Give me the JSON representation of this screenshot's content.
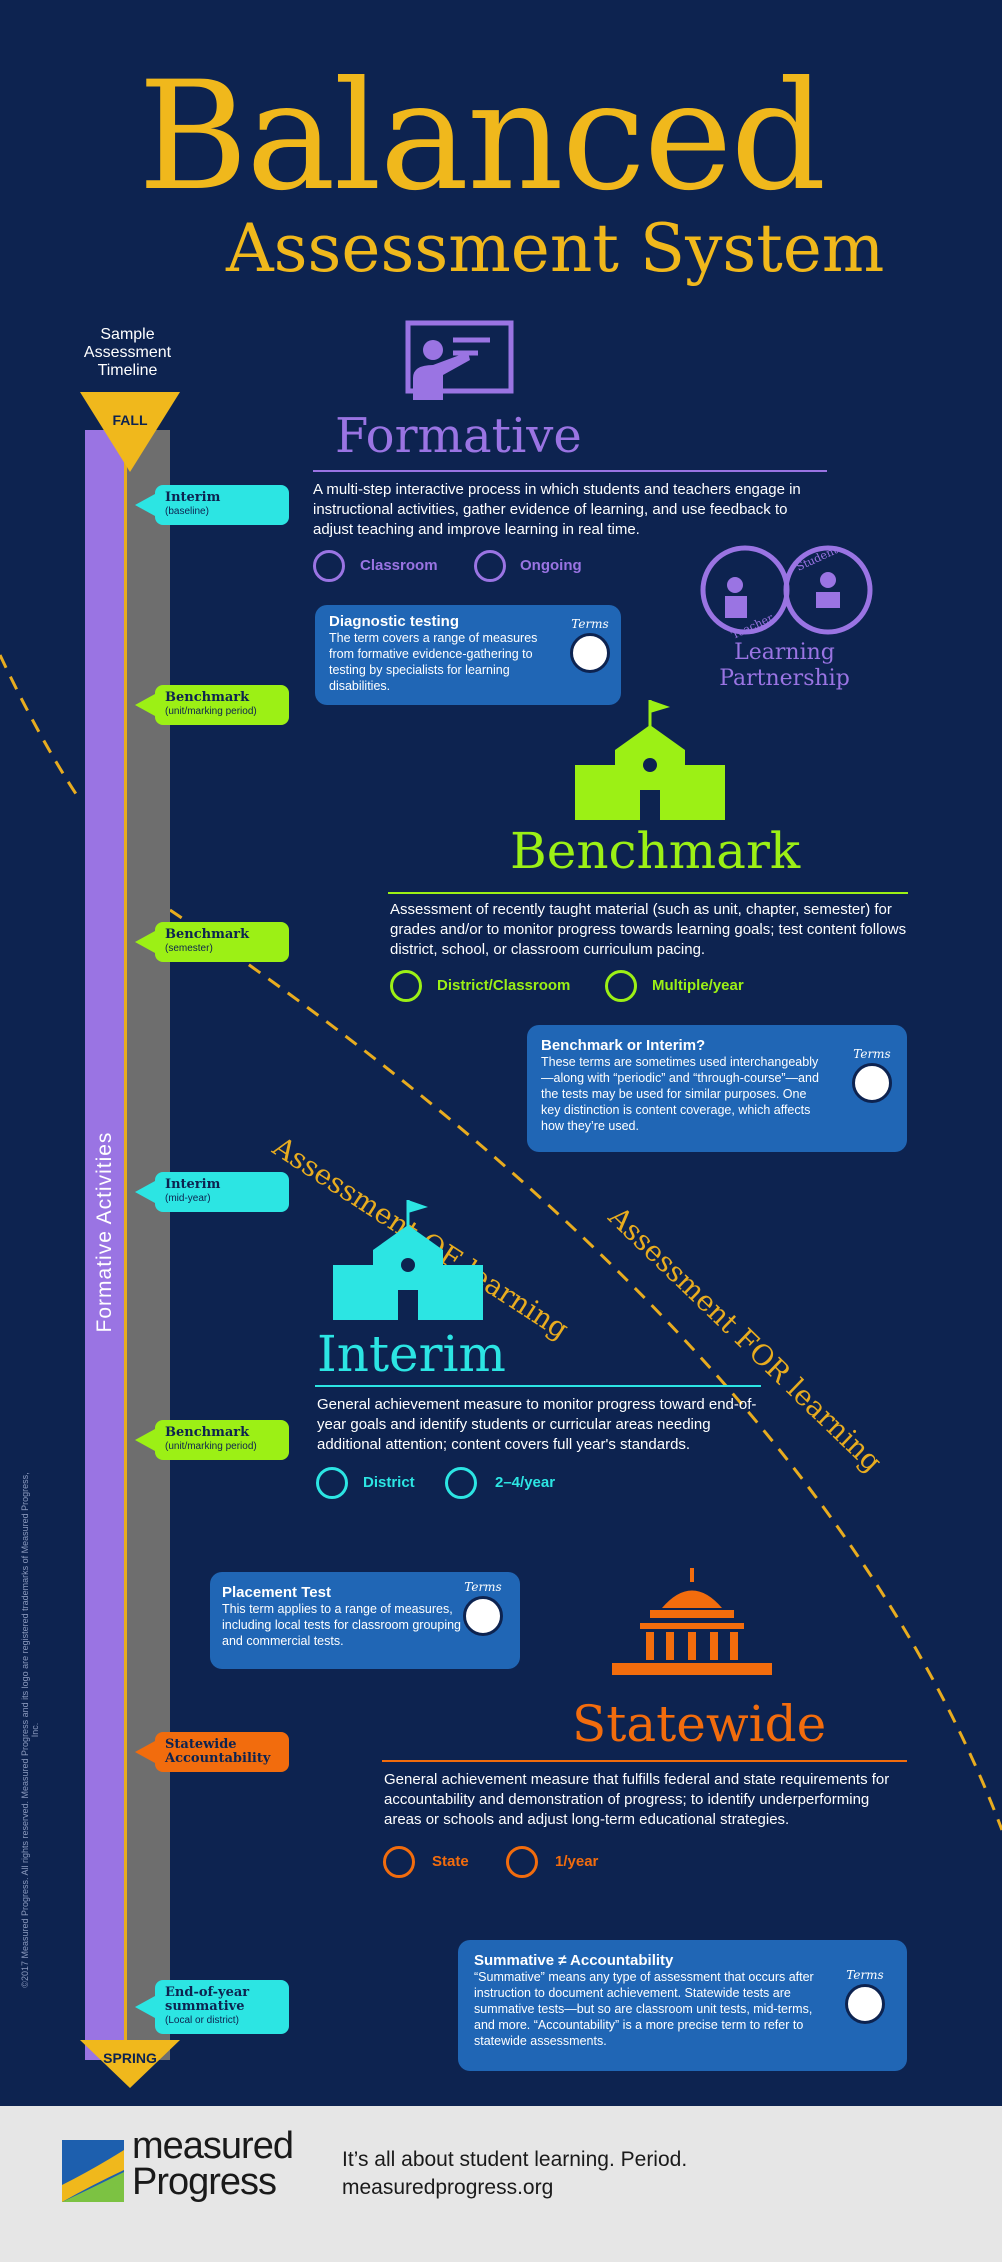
{
  "header": {
    "title_line1": "Balanced",
    "title_line2": "Assessment System"
  },
  "timeline": {
    "title": "Sample Assessment Timeline",
    "start": "FALL",
    "end": "SPRING",
    "vertical_label": "Formative Activities",
    "copyright": "©2017 Measured Progress. All rights reserved. Measured Progress and its logo are registered trademarks of Measured Progress, Inc.",
    "markers": [
      {
        "label": "Interim",
        "sub": "(baseline)",
        "color": "cyan"
      },
      {
        "label": "Benchmark",
        "sub": "(unit/marking period)",
        "color": "green"
      },
      {
        "label": "Benchmark",
        "sub": "(semester)",
        "color": "green"
      },
      {
        "label": "Interim",
        "sub": "(mid-year)",
        "color": "cyan"
      },
      {
        "label": "Benchmark",
        "sub": "(unit/marking period)",
        "color": "green"
      },
      {
        "label": "Statewide Accountability",
        "sub": "",
        "color": "orange"
      },
      {
        "label": "End-of-year summative",
        "sub": "(Local or district)",
        "color": "cyan"
      }
    ]
  },
  "diagonals": {
    "of_learning": "Assessment OF learning",
    "for_learning": "Assessment FOR learning"
  },
  "formative": {
    "title": "Formative",
    "description": "A multi-step interactive process in which students and teachers engage in instructional activities, gather evidence of learning, and use feedback to adjust teaching and improve learning in real time.",
    "scope": "Classroom",
    "frequency": "Ongoing",
    "partnership": {
      "label": "Learning Partnership",
      "teacher": "Teacher",
      "student": "Student"
    }
  },
  "benchmark": {
    "title": "Benchmark",
    "description": "Assessment of recently taught material (such as unit, chapter, semester) for grades and/or to monitor progress towards learning goals; test content follows district, school, or classroom curriculum pacing.",
    "scope": "District/Classroom",
    "frequency": "Multiple/year"
  },
  "interim": {
    "title": "Interim",
    "description": "General achievement measure to monitor progress toward end-of-year goals and identify students or curricular areas needing additional attention; content covers full year's standards.",
    "scope": "District",
    "frequency": "2–4/year"
  },
  "statewide": {
    "title": "Statewide",
    "description": "General achievement measure that fulfills federal and state requirements for accountability and demonstration of progress; to identify underperforming areas or schools and adjust long-term educational strategies.",
    "scope": "State",
    "frequency": "1/year"
  },
  "terms": {
    "label": "Terms",
    "diagnostic": {
      "title": "Diagnostic testing",
      "body": "The term covers a range of measures from formative evidence-gathering to testing by specialists for learning disabilities."
    },
    "bench_interim": {
      "title": "Benchmark or Interim?",
      "body": "These terms are sometimes used interchangeably—along with “periodic” and “through-course”—and the tests may be used for similar purposes. One key distinction is content coverage, which affects how they’re used."
    },
    "placement": {
      "title": "Placement Test",
      "body": "This term applies to a range of measures, including local tests for classroom grouping and commercial tests."
    },
    "summative": {
      "title": "Summative ≠ Accountability",
      "body": "“Summative” means any type of assessment that occurs after instruction to document achievement. Statewide tests are summative tests—but so are classroom unit tests, mid-terms, and more. “Accountability” is a more precise term to refer to statewide assessments."
    }
  },
  "footer": {
    "brand_line1": "measured",
    "brand_line2": "Progress",
    "tagline": "It’s all about student learning. Period.",
    "url": "measuredprogress.org"
  },
  "colors": {
    "background": "#0d2350",
    "gold": "#f0b81c",
    "purple": "#9a74e3",
    "green": "#9cf015",
    "cyan": "#2ce5e3",
    "orange": "#f26c0d",
    "card": "#2066b5"
  }
}
